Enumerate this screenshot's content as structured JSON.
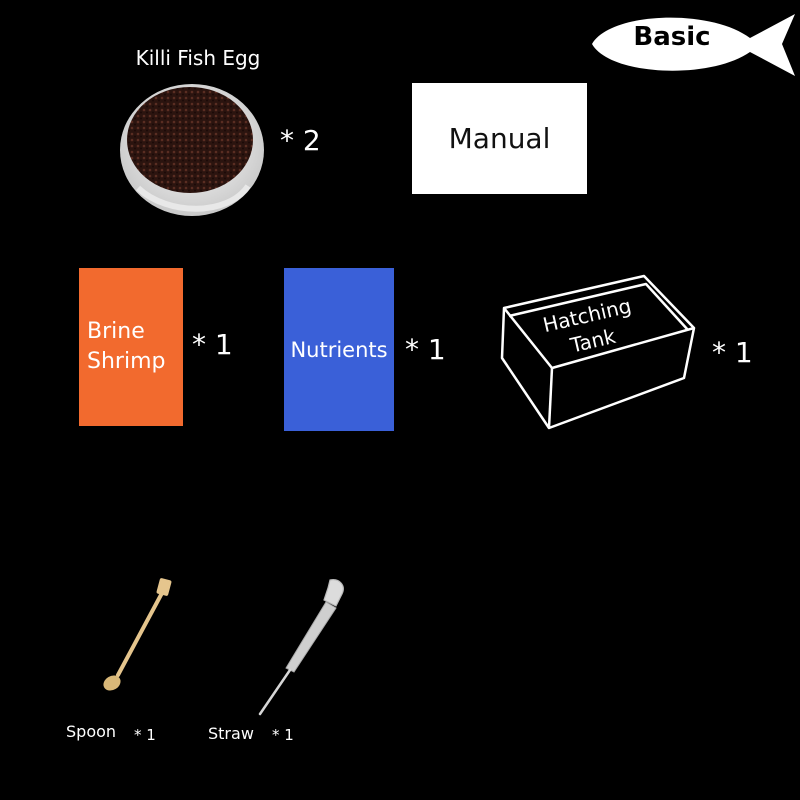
{
  "badge": {
    "text": "Basic",
    "icon": "fish-icon"
  },
  "items": {
    "killi_egg": {
      "title": "Killi Fish Egg",
      "qty": "* 2"
    },
    "manual": {
      "label": "Manual"
    },
    "brine_shrimp": {
      "line1": "Brine",
      "line2": "Shrimp",
      "qty": "* 1",
      "color": "#f26a2e"
    },
    "nutrients": {
      "label": "Nutrients",
      "qty": "* 1",
      "color": "#3a60d8"
    },
    "hatching_tank": {
      "line1": "Hatching",
      "line2": "Tank",
      "qty": "* 1"
    },
    "spoon": {
      "label": "Spoon",
      "qty": "* 1"
    },
    "straw": {
      "label": "Straw",
      "qty": "* 1"
    }
  }
}
